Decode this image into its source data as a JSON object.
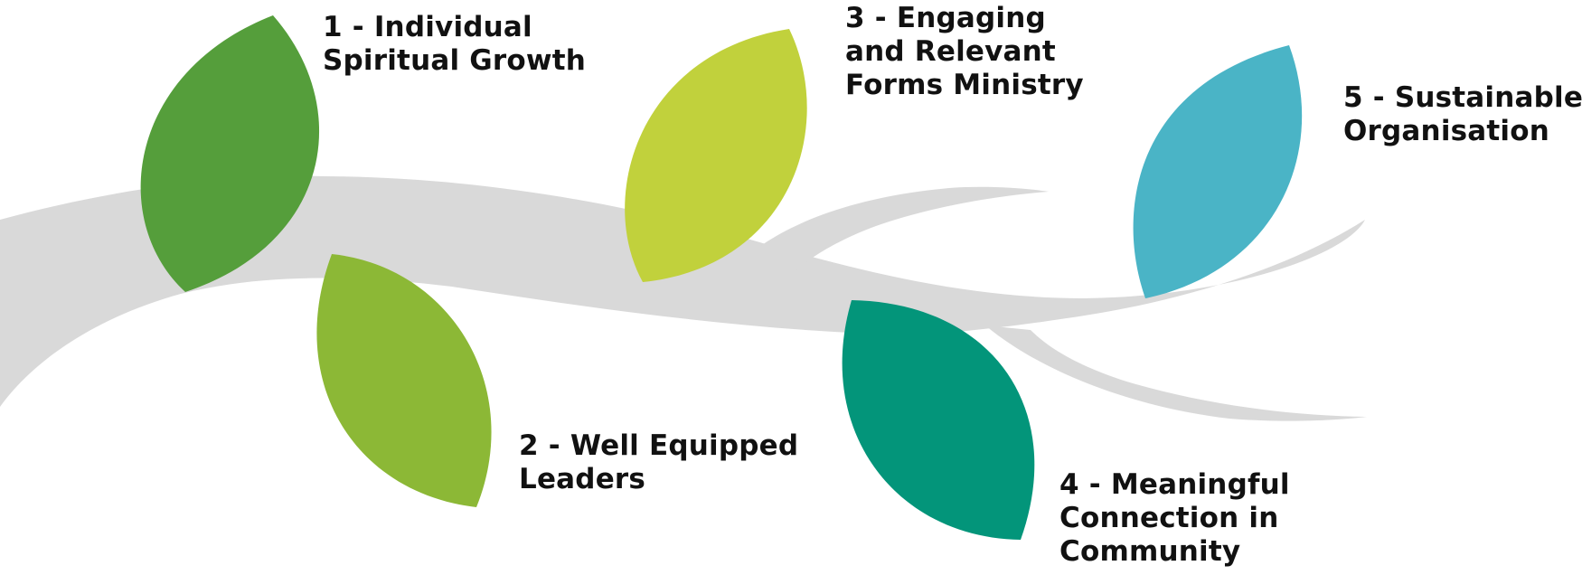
{
  "diagram": {
    "branch": {
      "color": "#D9D9D9"
    },
    "goals": [
      {
        "lines": [
          "1 - Individual",
          "Spiritual Growth"
        ],
        "color": "#559E3B",
        "icon": "leaf-icon"
      },
      {
        "lines": [
          "2 - Well Equipped",
          "Leaders"
        ],
        "color": "#8CB836",
        "icon": "leaf-icon"
      },
      {
        "lines": [
          "3 - Engaging",
          "and Relevant",
          "Forms Ministry"
        ],
        "color": "#C1D13C",
        "icon": "leaf-icon"
      },
      {
        "lines": [
          "4 - Meaningful",
          "Connection in",
          "Community"
        ],
        "color": "#03957A",
        "icon": "leaf-icon"
      },
      {
        "lines": [
          "5 - Sustainable",
          "Organisation"
        ],
        "color": "#4AB4C6",
        "icon": "leaf-icon"
      }
    ]
  }
}
